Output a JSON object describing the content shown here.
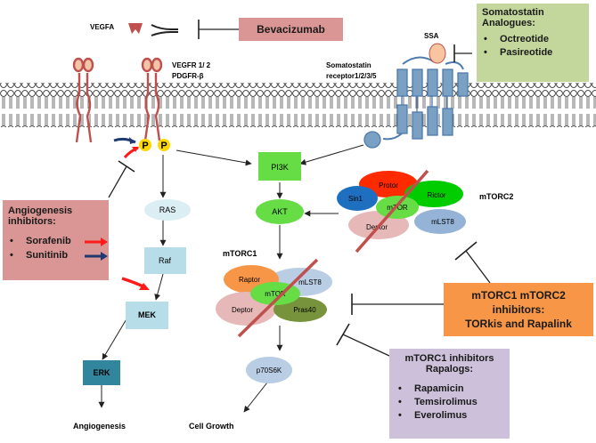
{
  "labels": {
    "vegfa": "VEGFA",
    "bevacizumab": "Bevacizumab",
    "vegfr": "VEGFR 1/ 2",
    "pdgfr": "PDGFR-β",
    "ssa": "SSA",
    "sst_receptor": "Somatostatin",
    "sst_receptor_sub": "receptor1/2/3/5",
    "p": "P",
    "pi3k": "PI3K",
    "akt": "AKT",
    "ras": "RAS",
    "raf": "Raf",
    "mek": "MEK",
    "erk": "ERK",
    "p70s6k": "p70S6K",
    "angiogenesis": "Angiogenesis",
    "cell_growth": "Cell Growth",
    "mtorc1_title": "mTORC1",
    "mtorc2_title": "mTORC2"
  },
  "mtorc1_components": {
    "raptor": "Raptor",
    "mlst8": "mLST8",
    "mtor": "mTOR",
    "deptor": "Deptor",
    "pras40": "Pras40"
  },
  "mtorc2_components": {
    "protor": "Protor",
    "sin1": "Sin1",
    "rictor": "Rictor",
    "mtor": "mTOR",
    "deptor": "Deptor",
    "mlst8": "mLST8"
  },
  "somatostatin_box": {
    "title_line1": "Somatostatin",
    "title_line2": "Analogues:",
    "items": [
      "Octreotide",
      "Pasireotide"
    ]
  },
  "angiogenesis_box": {
    "title_line1": "Angiogenesis",
    "title_line2": "inhibitors:",
    "items": [
      "Sorafenib",
      "Sunitinib"
    ]
  },
  "mtor12_box": {
    "title_line1": "mTORC1 mTORC2",
    "title_line2": "inhibitors:",
    "title_line3": "TORkis and Rapalink"
  },
  "rapalogs_box": {
    "title_line1": "mTORC1 inhibitors",
    "title_line2": "Rapalogs:",
    "items": [
      "Rapamicin",
      "Temsirolimus",
      "Everolimus"
    ]
  },
  "colors": {
    "bevacizumab_box": "#d99694",
    "somatostatin_box": "#c3d69b",
    "angiogenesis_box": "#d99694",
    "mtor12_box": "#f79646",
    "rapalogs_box": "#ccc0da",
    "pi3k_akt": "#66dd44",
    "ras": "#dbeef3",
    "raf_mek": "#b7dee8",
    "erk": "#31859c",
    "p70s6k": "#b9cde5",
    "receptor": "#c0504d",
    "sst_receptor": "#7aa0c4",
    "phosphate": "#ffd700",
    "sorafenib_arrow": "#ff1a1a",
    "sunitinib_arrow": "#1f3a6e"
  }
}
